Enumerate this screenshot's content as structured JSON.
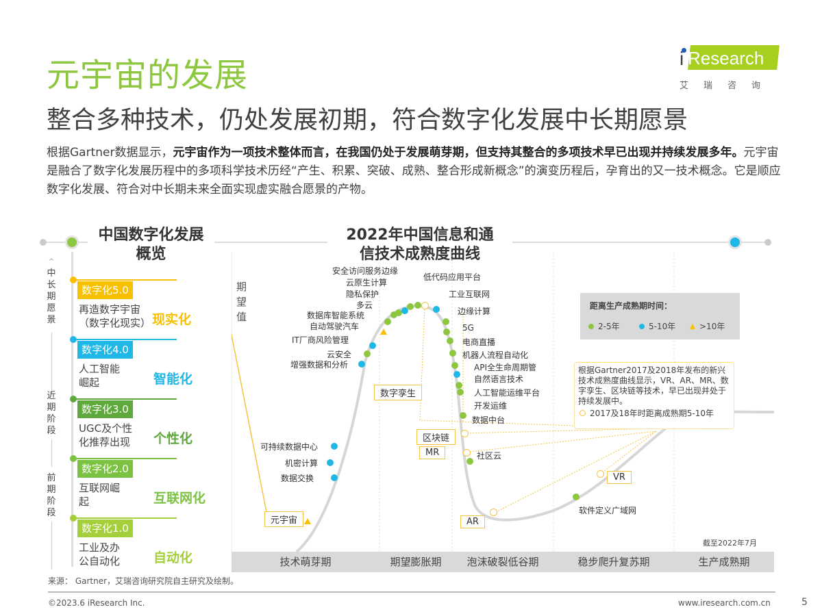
{
  "header": {
    "title": "元宇宙的发展",
    "subtitle": "整合多种技术，仍处发展初期，符合数字化发展中长期愿景",
    "logo": {
      "text": "Research",
      "i": "i",
      "cn": "艾瑞咨询"
    }
  },
  "paragraph": {
    "p1": "根据Gartner数据显示，",
    "p1_bold": "元宇宙作为一项技术整体而言，在我国仍处于发展萌芽期，但支持其整合的多项技术早已出现并持续发展多年。",
    "p2": "元宇宙是融合了数字化发展历程中的多项科学技术历经“产生、积累、突破、成熟、整合形成新概念”的演变历程后，孕育出的又一技术概念。它是顺应数字化发展、符合对中长期未来全面实现虚实融合愿景的产物。"
  },
  "left_panel": {
    "title_l1": "中国数字化发展",
    "title_l2": "概览",
    "axis": [
      {
        "label": "中长期愿景"
      },
      {
        "label": "近期阶段"
      },
      {
        "label": "前期阶段"
      }
    ],
    "eras": [
      {
        "tag": "数字化5.0",
        "desc_l1": "再造数字宇宙",
        "desc_l2": "（数字化现实）",
        "name": "现实化",
        "color": "#f9c000"
      },
      {
        "tag": "数字化4.0",
        "desc_l1": "人工智能",
        "desc_l2": "崛起",
        "name": "智能化",
        "color": "#1fb8e6"
      },
      {
        "tag": "数字化3.0",
        "desc_l1": "UGC及个性",
        "desc_l2": "化推荐出现",
        "name": "个性化",
        "color": "#5fa83c"
      },
      {
        "tag": "数字化2.0",
        "desc_l1": "互联网崛",
        "desc_l2": "起",
        "name": "互联网化",
        "color": "#7cc242"
      },
      {
        "tag": "数字化1.0",
        "desc_l1": "工业及办",
        "desc_l2": "公自动化",
        "name": "自动化",
        "color": "#a3cf3a"
      }
    ]
  },
  "chart_data": {
    "type": "scatter",
    "title": "2022年中国信息和通信技术成熟度曲线",
    "ylabel": "期望值",
    "xlabel": "",
    "phases": [
      "技术萌芽期",
      "期望膨胀期",
      "泡沫破裂低谷期",
      "稳步爬升复苏期",
      "生产成熟期"
    ],
    "as_of": "截至2022年7月",
    "legend": {
      "title": "距离生产成熟期时间：",
      "items": [
        {
          "label": "2-5年",
          "color": "#8dc63f",
          "shape": "circle"
        },
        {
          "label": "5-10年",
          "color": "#1fb8e6",
          "shape": "circle"
        },
        {
          "label": ">10年",
          "color": "#f9c000",
          "shape": "triangle"
        }
      ]
    },
    "points": [
      {
        "name": "元宇宙",
        "phase": "技术萌芽期",
        "category": ">10年"
      },
      {
        "name": "数据交换",
        "phase": "技术萌芽期",
        "category": "5-10年"
      },
      {
        "name": "机密计算",
        "phase": "技术萌芽期",
        "category": "5-10年"
      },
      {
        "name": "可持续数据中心",
        "phase": "技术萌芽期",
        "category": "5-10年"
      },
      {
        "name": "增强数据和分析",
        "phase": "期望膨胀期",
        "category": "5-10年"
      },
      {
        "name": "云安全",
        "phase": "期望膨胀期",
        "category": "2-5年"
      },
      {
        "name": "IT厂商风险管理",
        "phase": "期望膨胀期",
        "category": "5-10年"
      },
      {
        "name": "自动驾驶汽车",
        "phase": "期望膨胀期",
        "category": ">10年"
      },
      {
        "name": "数据库智能系统",
        "phase": "期望膨胀期",
        "category": "2-5年"
      },
      {
        "name": "多云",
        "phase": "期望膨胀期",
        "category": "2-5年"
      },
      {
        "name": "隐私保护",
        "phase": "期望膨胀期",
        "category": "2-5年"
      },
      {
        "name": "云原生计算",
        "phase": "期望膨胀期",
        "category": "5-10年"
      },
      {
        "name": "安全访问服务边缘",
        "phase": "期望膨胀期",
        "category": "2-5年"
      },
      {
        "name": "低代码应用平台",
        "phase": "期望膨胀期",
        "category": "2-5年"
      },
      {
        "name": "工业互联网",
        "phase": "泡沫破裂低谷期",
        "category": "5-10年"
      },
      {
        "name": "边缘计算",
        "phase": "泡沫破裂低谷期",
        "category": "2-5年"
      },
      {
        "name": "5G",
        "phase": "泡沫破裂低谷期",
        "category": "2-5年"
      },
      {
        "name": "电商直播",
        "phase": "泡沫破裂低谷期",
        "category": "2-5年"
      },
      {
        "name": "机器人流程自动化",
        "phase": "泡沫破裂低谷期",
        "category": "2-5年"
      },
      {
        "name": "API全生命周期管",
        "phase": "泡沫破裂低谷期",
        "category": "2-5年"
      },
      {
        "name": "自然语言技术",
        "phase": "泡沫破裂低谷期",
        "category": "5-10年"
      },
      {
        "name": "人工智能运维平台",
        "phase": "泡沫破裂低谷期",
        "category": "2-5年"
      },
      {
        "name": "开发运维",
        "phase": "泡沫破裂低谷期",
        "category": "2-5年"
      },
      {
        "name": "数据中台",
        "phase": "泡沫破裂低谷期",
        "category": "2-5年"
      },
      {
        "name": "社区云",
        "phase": "泡沫破裂低谷期",
        "category": "2-5年"
      },
      {
        "name": "软件定义广域网",
        "phase": "稳步爬升复苏期",
        "category": "2-5年"
      }
    ],
    "historical_2017_2018": {
      "note": "根据Gartner2017及2018年发布的新兴技术成熟度曲线显示，VR、AR、MR、数字孪生、区块链等技术，早已出现并处于持续发展中。",
      "marker_label": "2017及18年时距离成熟期5-10年",
      "items": [
        "数字孪生",
        "区块链",
        "MR",
        "AR",
        "VR"
      ]
    },
    "labels": {
      "metaverse": "元宇宙",
      "digital_twin": "数字孪生",
      "blockchain": "区块链",
      "mr": "MR",
      "ar": "AR",
      "vr": "VR"
    }
  },
  "footer": {
    "source": "来源：  Gartner，艾瑞咨询研究院自主研究及绘制。",
    "copyright": "©2023.6 iResearch Inc.",
    "website": "www.iresearch.com.cn",
    "page": "5"
  }
}
